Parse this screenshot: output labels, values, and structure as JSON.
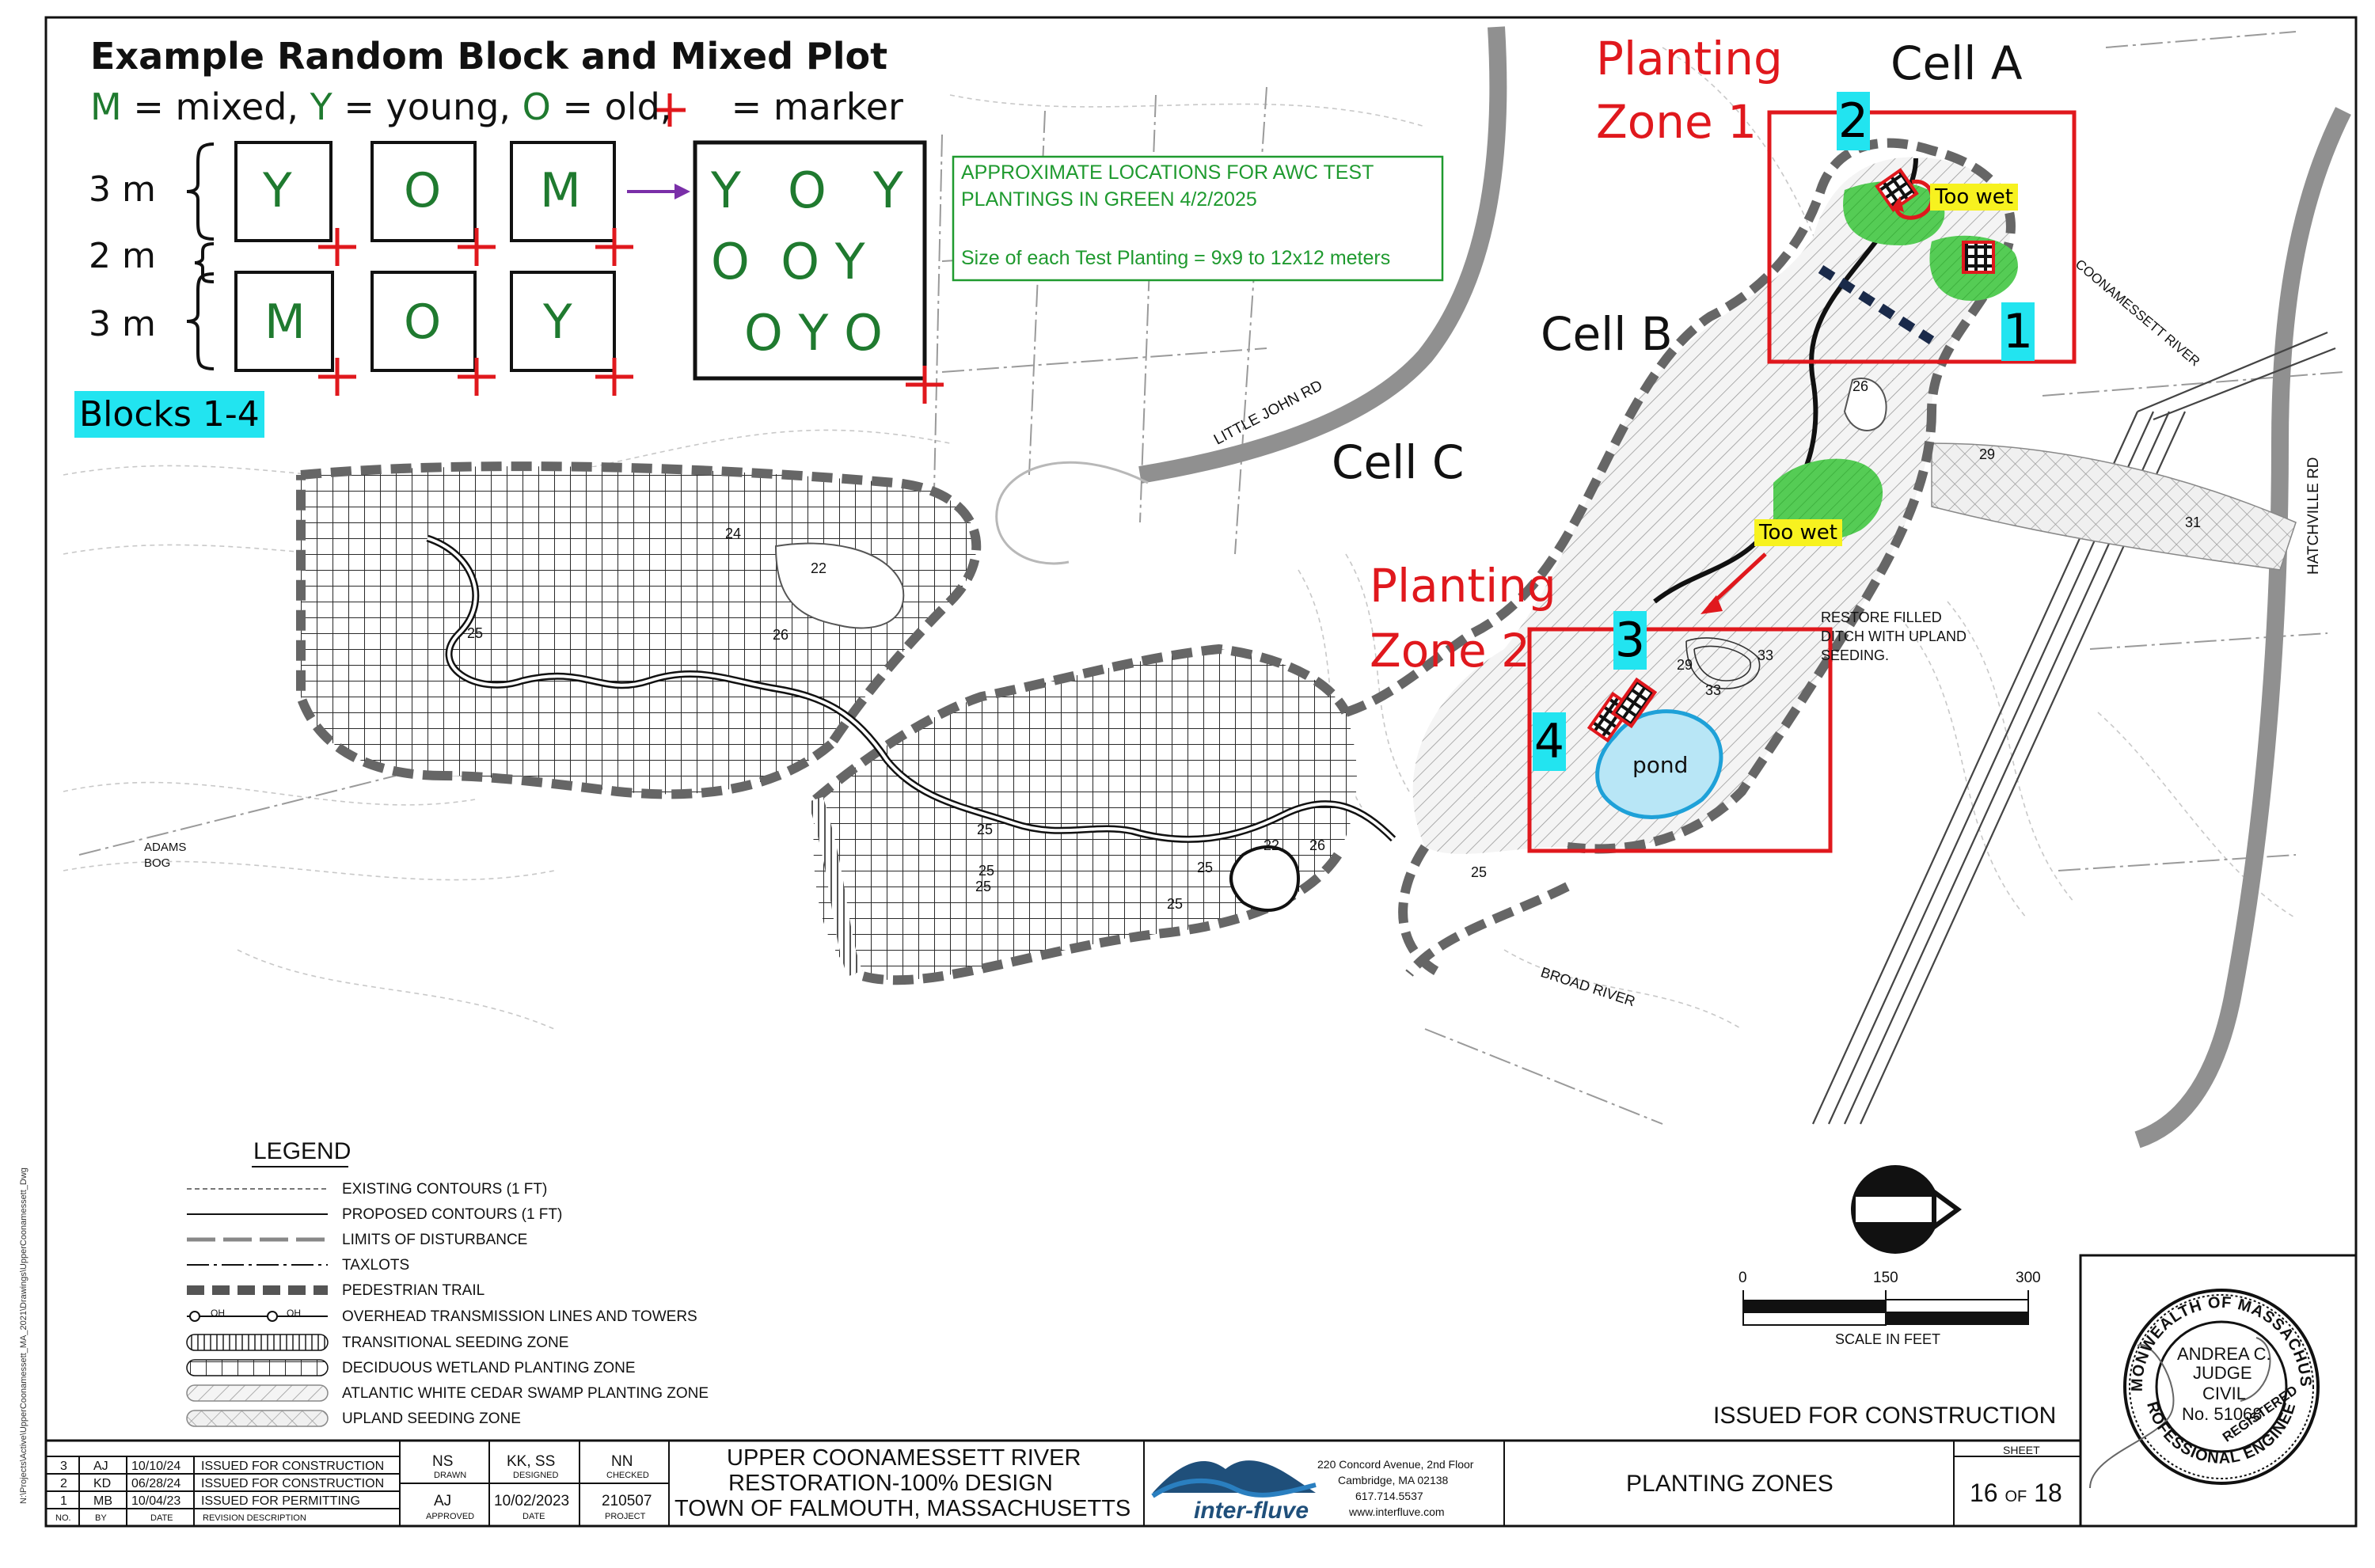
{
  "example": {
    "title": "Example Random Block and Mixed Plot",
    "key_m": "M",
    "key_m_text": " = mixed, ",
    "key_y": "Y",
    "key_y_text": " = young, ",
    "key_o": "O",
    "key_o_text": " = old, ",
    "key_marker_text": " = marker",
    "dim_3m_top": "3 m",
    "dim_2m": "2 m",
    "dim_3m_bottom": "3 m",
    "blocks_row1": [
      "Y",
      "O",
      "M"
    ],
    "blocks_row2": [
      "M",
      "O",
      "Y"
    ],
    "mixed_row1": "Y   O   Y",
    "mixed_row2": "O  O Y",
    "mixed_row3": "O Y O",
    "blocks_label": "Blocks 1-4"
  },
  "green_note": {
    "line1": "APPROXIMATE LOCATIONS FOR AWC TEST",
    "line2": "PLANTINGS IN GREEN 4/2/2025",
    "line3": "Size of each Test Planting = 9x9 to 12x12 meters"
  },
  "overlays": {
    "zone1_line1": "Planting",
    "zone1_line2": "Zone 1",
    "zone2_line1": "Planting",
    "zone2_line2": "Zone 2",
    "cell_a": "Cell A",
    "cell_b": "Cell B",
    "cell_c": "Cell C",
    "badge_1": "1",
    "badge_2": "2",
    "badge_3": "3",
    "badge_4": "4",
    "too_wet_1": "Too wet",
    "too_wet_2": "Too wet",
    "pond": "pond"
  },
  "map_labels": {
    "little_john_rd": "LITTLE JOHN RD",
    "hatchville_rd": "HATCHVILLE RD",
    "coonamessett_river": "COONAMESSETT RIVER",
    "broad_river": "BROAD RIVER",
    "adams_bog_1": "ADAMS",
    "adams_bog_2": "BOG",
    "restore_1": "RESTORE FILLED",
    "restore_2": "DITCH WITH UPLAND",
    "restore_3": "SEEDING.",
    "contours": [
      "24",
      "22",
      "25",
      "26",
      "25",
      "25",
      "25",
      "22",
      "26",
      "25",
      "26",
      "29",
      "33",
      "29",
      "33",
      "31",
      "25",
      "25"
    ]
  },
  "legend": {
    "title": "LEGEND",
    "items": [
      "EXISTING CONTOURS (1 FT)",
      "PROPOSED CONTOURS (1 FT)",
      "LIMITS OF DISTURBANCE",
      "TAXLOTS",
      "PEDESTRIAN TRAIL",
      "OVERHEAD TRANSMISSION LINES AND TOWERS",
      "TRANSITIONAL SEEDING ZONE",
      "DECIDUOUS WETLAND PLANTING ZONE",
      "ATLANTIC WHITE CEDAR SWAMP PLANTING ZONE",
      "UPLAND SEEDING ZONE"
    ],
    "oh_mark": "OH"
  },
  "scale": {
    "ticks": [
      "0",
      "150",
      "300"
    ],
    "label": "SCALE IN FEET"
  },
  "north_arrow": "N",
  "issued": "ISSUED FOR CONSTRUCTION",
  "title_block": {
    "revisions": [
      {
        "no": "3",
        "by": "AJ",
        "date": "10/10/24",
        "desc": "ISSUED FOR CONSTRUCTION"
      },
      {
        "no": "2",
        "by": "KD",
        "date": "06/28/24",
        "desc": "ISSUED FOR CONSTRUCTION"
      },
      {
        "no": "1",
        "by": "MB",
        "date": "10/04/23",
        "desc": "ISSUED FOR PERMITTING"
      }
    ],
    "rev_headers": [
      "NO.",
      "BY",
      "DATE",
      "REVISION DESCRIPTION"
    ],
    "drawn": "NS",
    "drawn_label": "DRAWN",
    "designed": "KK, SS",
    "designed_label": "DESIGNED",
    "checked": "NN",
    "checked_label": "CHECKED",
    "approved": "AJ",
    "approved_label": "APPROVED",
    "date": "10/02/2023",
    "date_label": "DATE",
    "project": "210507",
    "project_label": "PROJECT",
    "project_title_1": "UPPER COONAMESSETT RIVER",
    "project_title_2": "RESTORATION-100% DESIGN",
    "project_title_3": "TOWN OF FALMOUTH, MASSACHUSETTS",
    "firm": "inter-fluve",
    "address_1": "220 Concord Avenue, 2nd Floor",
    "address_2": "Cambridge, MA 02138",
    "address_3": "617.714.5537",
    "address_4": "www.interfluve.com",
    "sheet_title": "PLANTING ZONES",
    "sheet_label": "SHEET",
    "sheet_no": "16",
    "sheet_of": "OF",
    "sheet_total": "18"
  },
  "seal": {
    "ring_top": "COMMONWEALTH OF MASSACHUSETTS",
    "ring_bottom": "PROFESSIONAL ENGINEER",
    "registered": "REGISTERED",
    "name": "ANDREA C.",
    "surname": "JUDGE",
    "discipline": "CIVIL",
    "number": "No. 51068"
  },
  "margin_path": "N:\\Projects\\Active\\UpperCoonamessett_MA_2021\\Drawings\\UpperCoonamessett_Dwg"
}
